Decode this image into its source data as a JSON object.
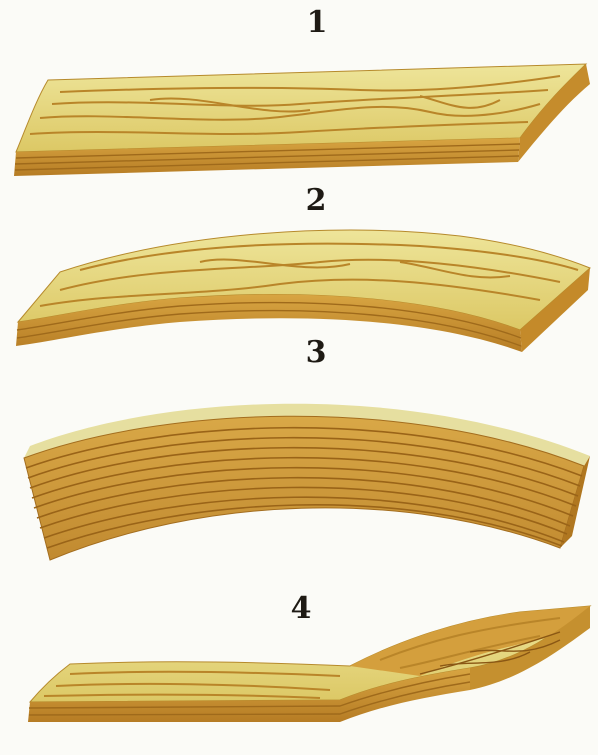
{
  "figure": {
    "labels": [
      "1",
      "2",
      "3",
      "4"
    ]
  },
  "colors": {
    "background": "#fbfbf7",
    "wood_face_light": "#e9e08c",
    "wood_face_mid": "#d9c261",
    "wood_edge": "#c8922e",
    "grain_line": "#b37a22",
    "grain_dark": "#8a5714"
  },
  "boards": [
    {
      "label": "1",
      "shape": "flat board with wide face grain",
      "icon": "wood-board"
    },
    {
      "label": "2",
      "shape": "board bowed lengthwise",
      "icon": "wood-board"
    },
    {
      "label": "3",
      "shape": "board cupped across width",
      "icon": "wood-board"
    },
    {
      "label": "4",
      "shape": "board twisted",
      "icon": "wood-board"
    }
  ]
}
